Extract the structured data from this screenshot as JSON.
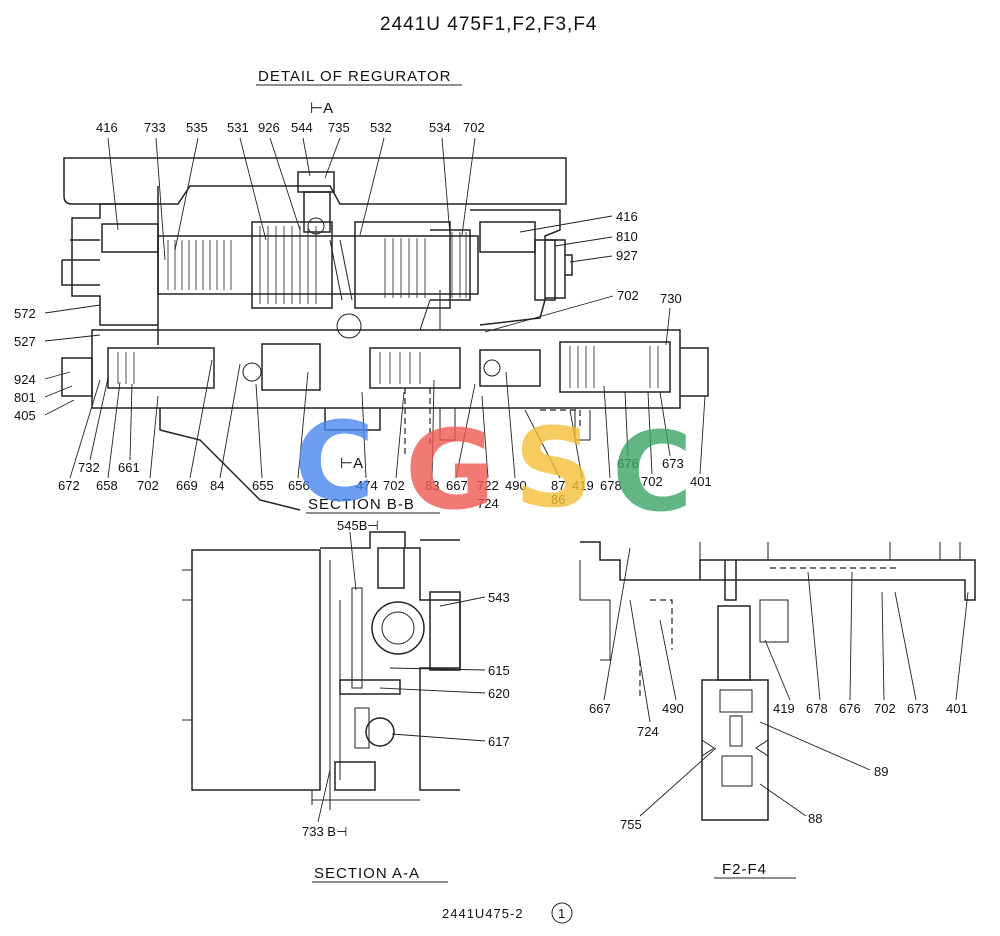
{
  "drawing": {
    "title": "2441U 475F1,F2,F3,F4",
    "detail_heading": "DETAIL  OF  REGURATOR",
    "section_bb": "SECTION  B-B",
    "section_aa": "SECTION  A-A",
    "section_f2f4": "F2-F4",
    "footer_number": "2441U475-2",
    "sheet_no": "1",
    "cut_top": "⊢A",
    "cut_bottom": "⊢A",
    "cut_545": "545B⊣",
    "cut_733": "733 B⊣"
  },
  "labels": {
    "top": [
      "416",
      "733",
      "535",
      "531",
      "926",
      "544",
      "735",
      "532",
      "534",
      "702"
    ],
    "right": [
      "416",
      "810",
      "927",
      "702",
      "730"
    ],
    "left": [
      "572",
      "527",
      "924",
      "801",
      "405"
    ],
    "bottom": [
      "672",
      "732",
      "658",
      "661",
      "702",
      "669",
      "84",
      "655",
      "656",
      "474",
      "702",
      "83",
      "667",
      "722",
      "724",
      "490",
      "87",
      "86",
      "419",
      "678",
      "676",
      "702",
      "673",
      "401"
    ],
    "section_aa": [
      "543",
      "615",
      "620",
      "617"
    ],
    "section_f2": [
      "667",
      "724",
      "490",
      "419",
      "678",
      "676",
      "702",
      "673",
      "401",
      "89",
      "755",
      "88"
    ]
  },
  "watermark": {
    "letters": [
      "C",
      "G",
      "S",
      "C"
    ],
    "colors": [
      "#4a86f0",
      "#ee5a52",
      "#f5c03a",
      "#3aa466"
    ]
  }
}
